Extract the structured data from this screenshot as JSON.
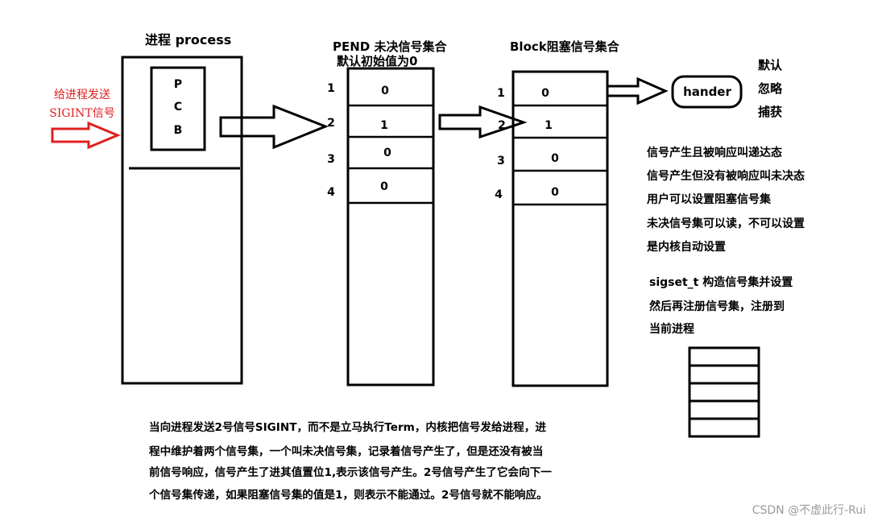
{
  "process": {
    "title": "进程 process",
    "pcb_letters": [
      "P",
      "C",
      "B"
    ]
  },
  "sender": {
    "line1": "给进程发送",
    "line2": "SIGINT信号",
    "color": "#e02020"
  },
  "pend": {
    "title": "PEND 未决信号集合",
    "subtitle": "默认初始值为0",
    "rows": [
      {
        "index": "1",
        "value": "0"
      },
      {
        "index": "2",
        "value": "1"
      },
      {
        "index": "3",
        "value": "0"
      },
      {
        "index": "4",
        "value": "0"
      }
    ]
  },
  "block": {
    "title": "Block阻塞信号集合",
    "rows": [
      {
        "index": "1",
        "value": "0"
      },
      {
        "index": "2",
        "value": "1"
      },
      {
        "index": "3",
        "value": "0"
      },
      {
        "index": "4",
        "value": "0"
      }
    ]
  },
  "handler": {
    "label": "hander",
    "options": [
      "默认",
      "忽略",
      "捕获"
    ]
  },
  "notes": {
    "group1": [
      "信号产生且被响应叫递达态",
      "信号产生但没有被响应叫未决态",
      "用户可以设置阻塞信号集",
      "未决信号集可以读，不可以设置",
      "是内核自动设置"
    ],
    "group2": [
      "sigset_t 构造信号集并设置",
      "然后再注册信号集，注册到",
      "当前进程"
    ]
  },
  "bottom_text": [
    "当向进程发送2号信号SIGINT，而不是立马执行Term，内核把信号发给进程，进",
    "程中维护着两个信号集，一个叫未决信号集，记录着信号产生了，但是还没有被当",
    "前信号响应，信号产生了进其值置位1,表示该信号产生。2号信号产生了它会向下一",
    "个信号集传递，如果阻塞信号集的值是1，则表示不能通过。2号信号就不能响应。"
  ],
  "watermark": "CSDN @不虚此行-Rui"
}
